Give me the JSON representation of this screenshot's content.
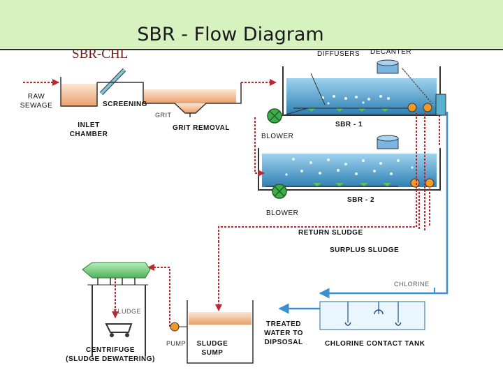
{
  "title": "SBR - Flow Diagram",
  "labels": {
    "sbr_chl": "SBR-CHL",
    "diffusers": "DIFFUSERS",
    "decanter": "DECANTER",
    "raw_sewage_1": "RAW",
    "raw_sewage_2": "SEWAGE",
    "screening": "SCREENING",
    "grit": "GRIT",
    "inlet_chamber_1": "INLET",
    "inlet_chamber_2": "CHAMBER",
    "grit_removal": "GRIT REMOVAL",
    "sbr_1": "SBR - 1",
    "blower_1": "BLOWER",
    "sbr_2": "SBR - 2",
    "blower_2": "BLOWER",
    "return_sludge": "RETURN SLUDGE",
    "surplus_sludge": "SURPLUS SLUDGE",
    "chlorine": "CHLORINE",
    "sludge": "SLUDGE",
    "treated_1": "TREATED",
    "treated_2": "WATER TO",
    "treated_3": "DIPSOSAL",
    "chlorine_contact_tank": "CHLORINE CONTACT TANK",
    "centrifuge_1": "CENTRIFUGE",
    "centrifuge_2": "(SLUDGE DEWATERING)",
    "pump": "PUMP",
    "sludge_sump_1": "SLUDGE",
    "sludge_sump_2": "SUMP"
  },
  "colors": {
    "flow_arrow": "#c0272d",
    "tank_water": "#3f8fbf",
    "title_band": "#d6f2bf",
    "inlet_fill": "#f4c9a4",
    "chlorine_flow": "#3a8fd0"
  }
}
